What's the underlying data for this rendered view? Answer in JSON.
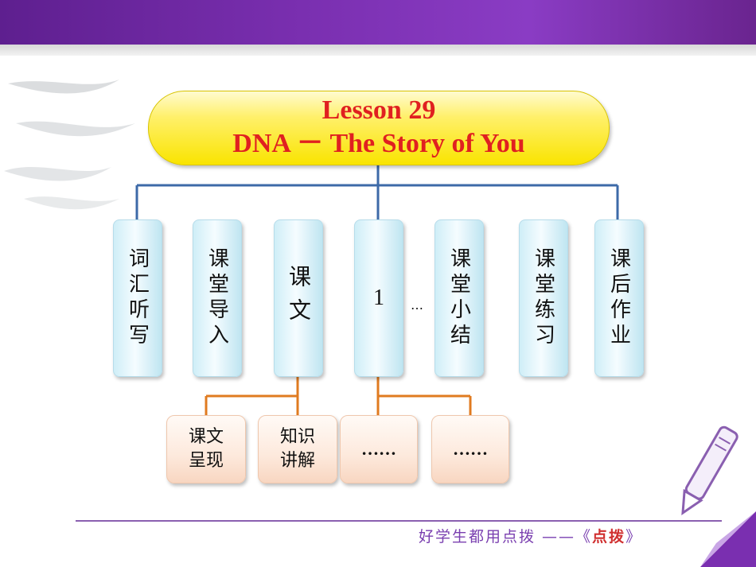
{
  "title": {
    "line1": "Lesson 29",
    "line2": "DNA － The Story of You"
  },
  "branches": [
    {
      "label": "词汇听写"
    },
    {
      "label": "课堂导入"
    },
    {
      "label": "课文"
    },
    {
      "label": "1"
    },
    {
      "label": "课堂小结"
    },
    {
      "label": "课堂练习"
    },
    {
      "label": "课后作业"
    }
  ],
  "between_ellipsis": "…",
  "sub_items": [
    {
      "label_line1": "课文",
      "label_line2": "呈现"
    },
    {
      "label_line1": "知识",
      "label_line2": "讲解"
    },
    {
      "label": "……"
    },
    {
      "label": "……"
    }
  ],
  "footer": {
    "slogan": "好学生都用点拨 ——《",
    "brand": "点拨",
    "close": "》"
  },
  "colors": {
    "connector_blue": "#3d6aa8",
    "connector_orange": "#e07b20",
    "title_text": "#e02020",
    "accent_purple": "#7a2fb0"
  }
}
